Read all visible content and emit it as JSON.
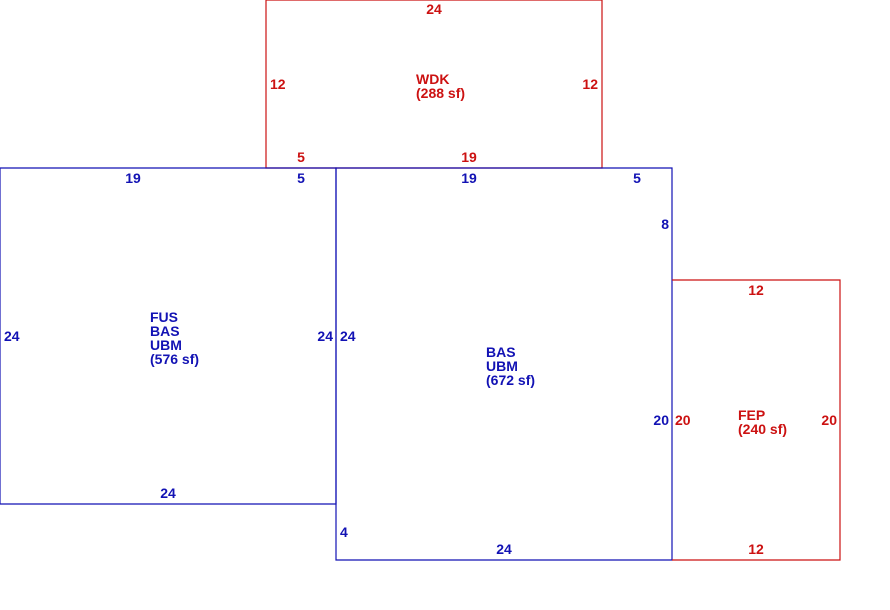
{
  "colors": {
    "main_area": "#1212b4",
    "addition_area": "#cc1111",
    "background": "#ffffff"
  },
  "areas": {
    "wdk": {
      "name": "WDK",
      "area": "(288 sf)",
      "dims": {
        "top": "24",
        "left": "12",
        "right": "12",
        "bottom_left": "5",
        "bottom_mid": "19"
      }
    },
    "fus": {
      "codes": [
        "FUS",
        "BAS",
        "UBM"
      ],
      "area": "(576 sf)",
      "dims": {
        "top": "19",
        "top_right": "5",
        "left": "24",
        "right": "24",
        "bottom": "24"
      }
    },
    "bas": {
      "codes": [
        "BAS",
        "UBM"
      ],
      "area": "(672 sf)",
      "dims": {
        "top": "19",
        "top_right": "5",
        "right_upper": "8",
        "left": "24",
        "right_lower": "20",
        "bottom_left": "4",
        "bottom": "24"
      }
    },
    "fep": {
      "name": "FEP",
      "area": "(240 sf)",
      "dims": {
        "top": "12",
        "left": "20",
        "right": "20",
        "bottom": "12"
      }
    }
  }
}
